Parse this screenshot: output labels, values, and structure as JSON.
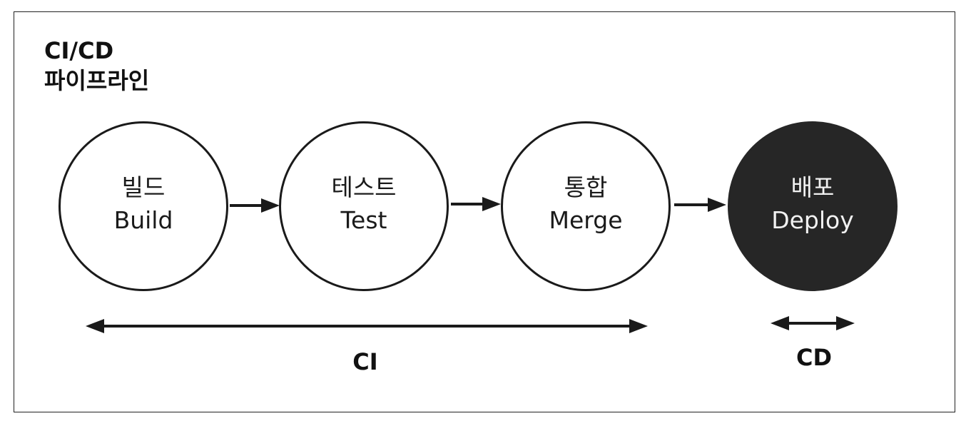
{
  "title": {
    "line1": "CI/CD",
    "line2": "파이프라인"
  },
  "nodes": [
    {
      "ko": "빌드",
      "en": "Build",
      "dark": false
    },
    {
      "ko": "테스트",
      "en": "Test",
      "dark": false
    },
    {
      "ko": "통합",
      "en": "Merge",
      "dark": false
    },
    {
      "ko": "배포",
      "en": "Deploy",
      "dark": true
    }
  ],
  "ranges": {
    "ci": "CI",
    "cd": "CD"
  },
  "colors": {
    "stroke": "#1a1a1a",
    "deploy_fill": "#262626",
    "deploy_text": "#f2f2f2"
  }
}
